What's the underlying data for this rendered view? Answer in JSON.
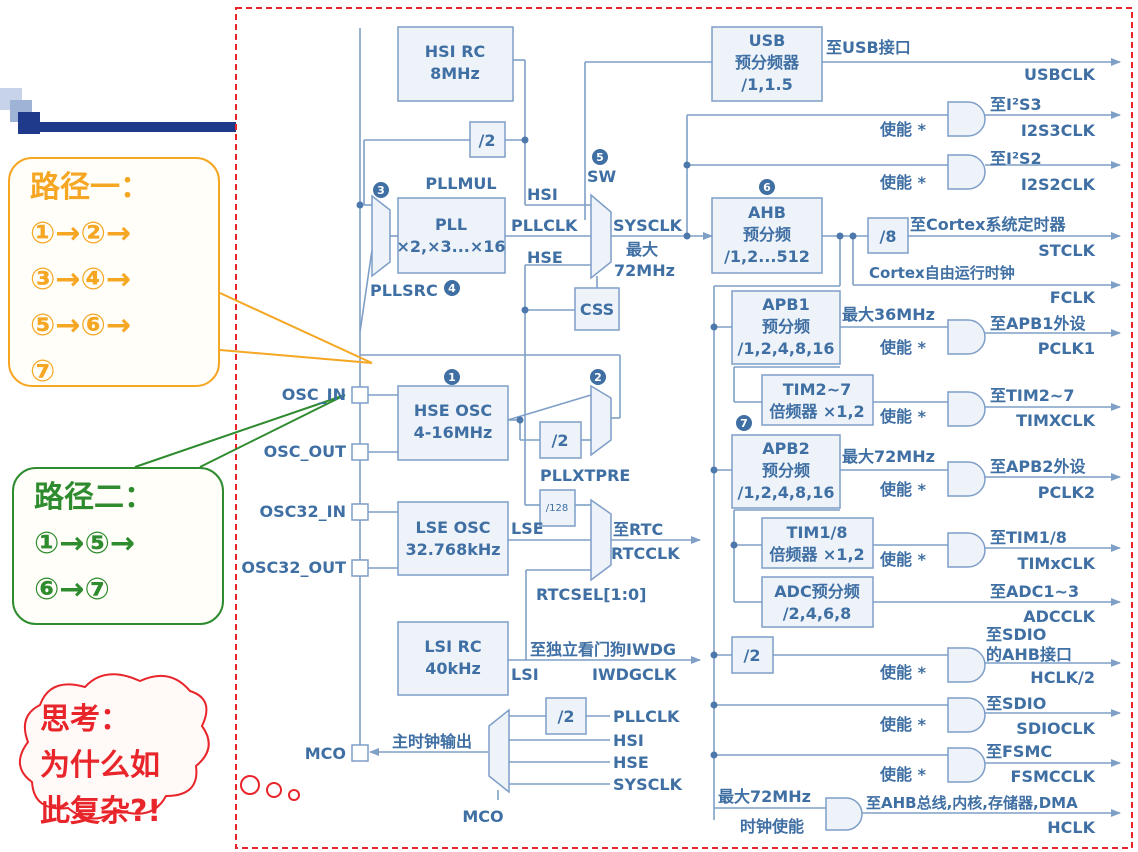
{
  "callouts": {
    "path1": {
      "title": "路径一：",
      "lines": [
        "①→②→",
        "③→④→",
        "⑤→⑥→",
        "⑦"
      ]
    },
    "path2": {
      "title": "路径二：",
      "lines": [
        "①→⑤→",
        "⑥→⑦"
      ]
    },
    "think": {
      "lines": [
        "思考：",
        "为什么如",
        "此复杂?!"
      ]
    }
  },
  "blocks": {
    "hsi_rc": [
      "HSI RC",
      "8MHz"
    ],
    "pll": [
      "PLL",
      "×2,×3...×16"
    ],
    "hse_osc": [
      "HSE OSC",
      "4-16MHz"
    ],
    "lse_osc": [
      "LSE OSC",
      "32.768kHz"
    ],
    "lsi_rc": [
      "LSI RC",
      "40kHz"
    ],
    "usb": [
      "USB",
      "预分频器",
      "/1,1.5"
    ],
    "ahb": [
      "AHB",
      "预分频",
      "/1,2...512"
    ],
    "apb1": [
      "APB1",
      "预分频",
      "/1,2,4,8,16"
    ],
    "apb2": [
      "APB2",
      "预分频",
      "/1,2,4,8,16"
    ],
    "tim27": [
      "TIM2~7",
      "倍频器 ×1,2"
    ],
    "tim18": [
      "TIM1/8",
      "倍频器 ×1,2"
    ],
    "adc": [
      "ADC预分频",
      "/2,4,6,8"
    ],
    "css": "CSS",
    "div2": "/2",
    "div8": "/8",
    "div128": "/128"
  },
  "pins": {
    "osc_in": "OSC_IN",
    "osc_out": "OSC_OUT",
    "osc32_in": "OSC32_IN",
    "osc32_out": "OSC32_OUT",
    "mco": "MCO"
  },
  "signals": {
    "pllmul": "PLLMUL",
    "hsi": "HSI",
    "pllclk": "PLLCLK",
    "hse": "HSE",
    "sw": "SW",
    "sysclk": "SYSCLK",
    "max72_a": "最大",
    "max72_b": "72MHz",
    "pllsrc": "PLLSRC",
    "pllxtpre": "PLLXTPRE",
    "lse": "LSE",
    "lsi": "LSI",
    "rtcsel": "RTCSEL[1:0]",
    "to_rtc": "至RTC",
    "rtcclk": "RTCCLK",
    "to_iwdg": "至独立看门狗IWDG",
    "iwdgclk": "IWDGCLK",
    "mco_out": "主时钟输出",
    "mco_mux": "MCO",
    "mco_src": [
      "PLLCLK",
      "HSI",
      "HSE",
      "SYSCLK"
    ],
    "apb1_max": "最大36MHz",
    "apb2_max": "最大72MHz",
    "ahb_max": "最大72MHz",
    "clock_enable": "时钟使能",
    "enable": "使能 *"
  },
  "outputs": {
    "usb_to": "至USB接口",
    "usbclk": "USBCLK",
    "i2s3_to": "至I²S3",
    "i2s3clk": "I2S3CLK",
    "i2s2_to": "至I²S2",
    "i2s2clk": "I2S2CLK",
    "cortex_to": "至Cortex系统定时器",
    "stclk": "STCLK",
    "fclk_to": "Cortex自由运行时钟",
    "fclk": "FCLK",
    "pclk1_to": "至APB1外设",
    "pclk1": "PCLK1",
    "tim27_to": "至TIM2~7",
    "timxclk": "TIMXCLK",
    "pclk2_to": "至APB2外设",
    "pclk2": "PCLK2",
    "tim18_to": "至TIM1/8",
    "timxclk2": "TIMxCLK",
    "adc_to": "至ADC1~3",
    "adcclk": "ADCCLK",
    "sdio_ahb_to1": "至SDIO",
    "sdio_ahb_to2": "的AHB接口",
    "hclk2": "HCLK/2",
    "sdio_to": "至SDIO",
    "sdioclk": "SDIOCLK",
    "fsmc_to": "至FSMC",
    "fsmcclk": "FSMCCLK",
    "hclk_to": "至AHB总线,内核,存储器,DMA",
    "hclk": "HCLK"
  },
  "step_markers": [
    "1",
    "2",
    "3",
    "4",
    "5",
    "6",
    "7"
  ],
  "colors": {
    "diagram_blue": "#3f6fa3",
    "wire": "#7f9fc7",
    "frame_red": "#e8252a",
    "path1": "#f5a623",
    "path2": "#2e8b2e"
  }
}
